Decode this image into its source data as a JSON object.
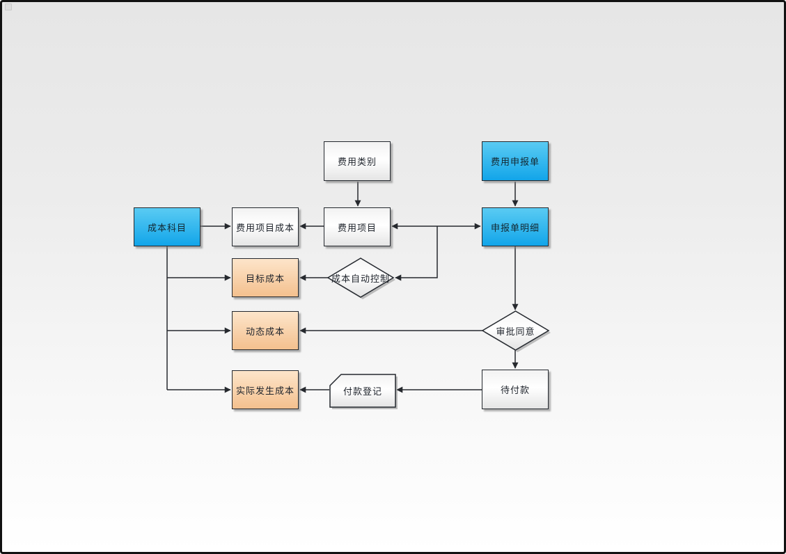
{
  "window": {
    "type": "flowchart-page"
  },
  "palette": {
    "frame_color": "#111111",
    "bg_top": "#e6e6e6",
    "bg_bottom": "#ffffff",
    "blue_top": "#5acbf3",
    "blue_bottom": "#12a5e9",
    "orange_top": "#fde5ca",
    "orange_bottom": "#f4c08e",
    "white_top": "#f2f2f2",
    "white_bottom": "#e5e5e5",
    "line_color": "#26292e"
  },
  "nodes": [
    {
      "id": "expense-category",
      "label": "费用类别",
      "shape": "rect",
      "fill": "white"
    },
    {
      "id": "expense-declaration",
      "label": "费用申报单",
      "shape": "rect",
      "fill": "blue"
    },
    {
      "id": "cost-subject",
      "label": "成本科目",
      "shape": "rect",
      "fill": "blue"
    },
    {
      "id": "expense-item-cost",
      "label": "费用项目成本",
      "shape": "rect",
      "fill": "white"
    },
    {
      "id": "expense-item",
      "label": "费用项目",
      "shape": "rect",
      "fill": "white"
    },
    {
      "id": "declaration-detail",
      "label": "申报单明细",
      "shape": "rect",
      "fill": "blue"
    },
    {
      "id": "target-cost",
      "label": "目标成本",
      "shape": "rect",
      "fill": "orange"
    },
    {
      "id": "cost-auto-control",
      "label": "成本自动控制",
      "shape": "decision",
      "fill": "white"
    },
    {
      "id": "dynamic-cost",
      "label": "动态成本",
      "shape": "rect",
      "fill": "orange"
    },
    {
      "id": "approval-agree",
      "label": "审批同意",
      "shape": "decision",
      "fill": "white"
    },
    {
      "id": "actual-cost",
      "label": "实际发生成本",
      "shape": "rect",
      "fill": "orange"
    },
    {
      "id": "payment-register",
      "label": "付款登记",
      "shape": "card",
      "fill": "white"
    },
    {
      "id": "pending-payment",
      "label": "待付款",
      "shape": "rect",
      "fill": "white"
    }
  ],
  "edges": [
    {
      "from": "expense-category",
      "to": "expense-item"
    },
    {
      "from": "expense-declaration",
      "to": "declaration-detail"
    },
    {
      "from": "cost-subject",
      "to": "expense-item-cost"
    },
    {
      "from": "expense-item",
      "to": "expense-item-cost"
    },
    {
      "from": "expense-item",
      "to": "declaration-detail",
      "bidirectional": true
    },
    {
      "from": "declaration-detail",
      "to": "cost-auto-control"
    },
    {
      "from": "cost-auto-control",
      "to": "target-cost"
    },
    {
      "from": "cost-subject",
      "to": "target-cost"
    },
    {
      "from": "cost-subject",
      "to": "dynamic-cost"
    },
    {
      "from": "cost-subject",
      "to": "actual-cost"
    },
    {
      "from": "declaration-detail",
      "to": "approval-agree"
    },
    {
      "from": "approval-agree",
      "to": "dynamic-cost"
    },
    {
      "from": "approval-agree",
      "to": "pending-payment"
    },
    {
      "from": "pending-payment",
      "to": "payment-register"
    },
    {
      "from": "payment-register",
      "to": "actual-cost"
    }
  ]
}
